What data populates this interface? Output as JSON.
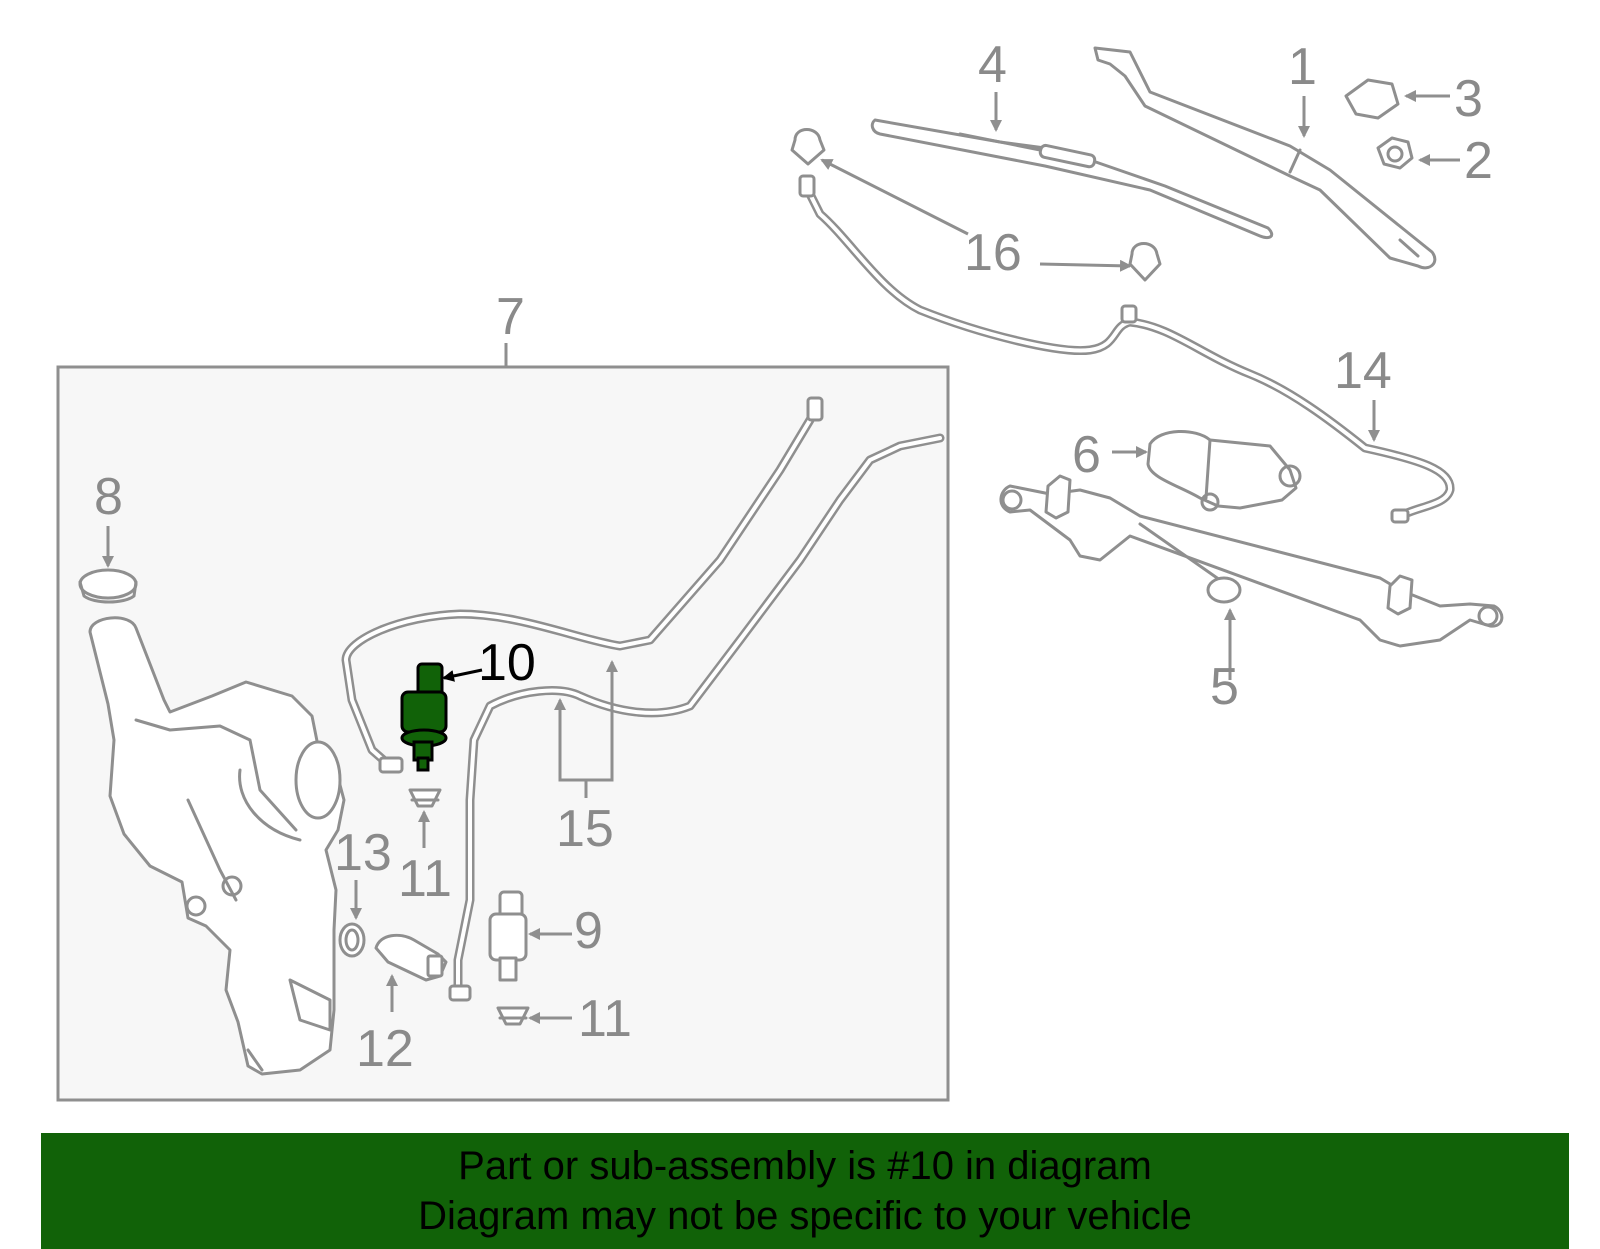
{
  "diagram": {
    "callouts": [
      {
        "id": "1",
        "text": "1"
      },
      {
        "id": "2",
        "text": "2"
      },
      {
        "id": "3",
        "text": "3"
      },
      {
        "id": "4",
        "text": "4"
      },
      {
        "id": "5",
        "text": "5"
      },
      {
        "id": "6",
        "text": "6"
      },
      {
        "id": "7",
        "text": "7"
      },
      {
        "id": "8",
        "text": "8"
      },
      {
        "id": "9",
        "text": "9"
      },
      {
        "id": "10",
        "text": "10"
      },
      {
        "id": "11a",
        "text": "11"
      },
      {
        "id": "11b",
        "text": "11"
      },
      {
        "id": "12",
        "text": "12"
      },
      {
        "id": "13",
        "text": "13"
      },
      {
        "id": "14",
        "text": "14"
      },
      {
        "id": "15",
        "text": "15"
      },
      {
        "id": "16",
        "text": "16"
      }
    ],
    "highlighted_part": "10",
    "colors": {
      "highlight": "#116208",
      "line": "#8f8f8f",
      "callout_text": "#8a8a8a",
      "panel": "#f7f7f7",
      "banner": "#116208"
    }
  },
  "banner": {
    "line1": "Part or sub-assembly is #10 in diagram",
    "line2": "Diagram may not be specific to your vehicle"
  }
}
